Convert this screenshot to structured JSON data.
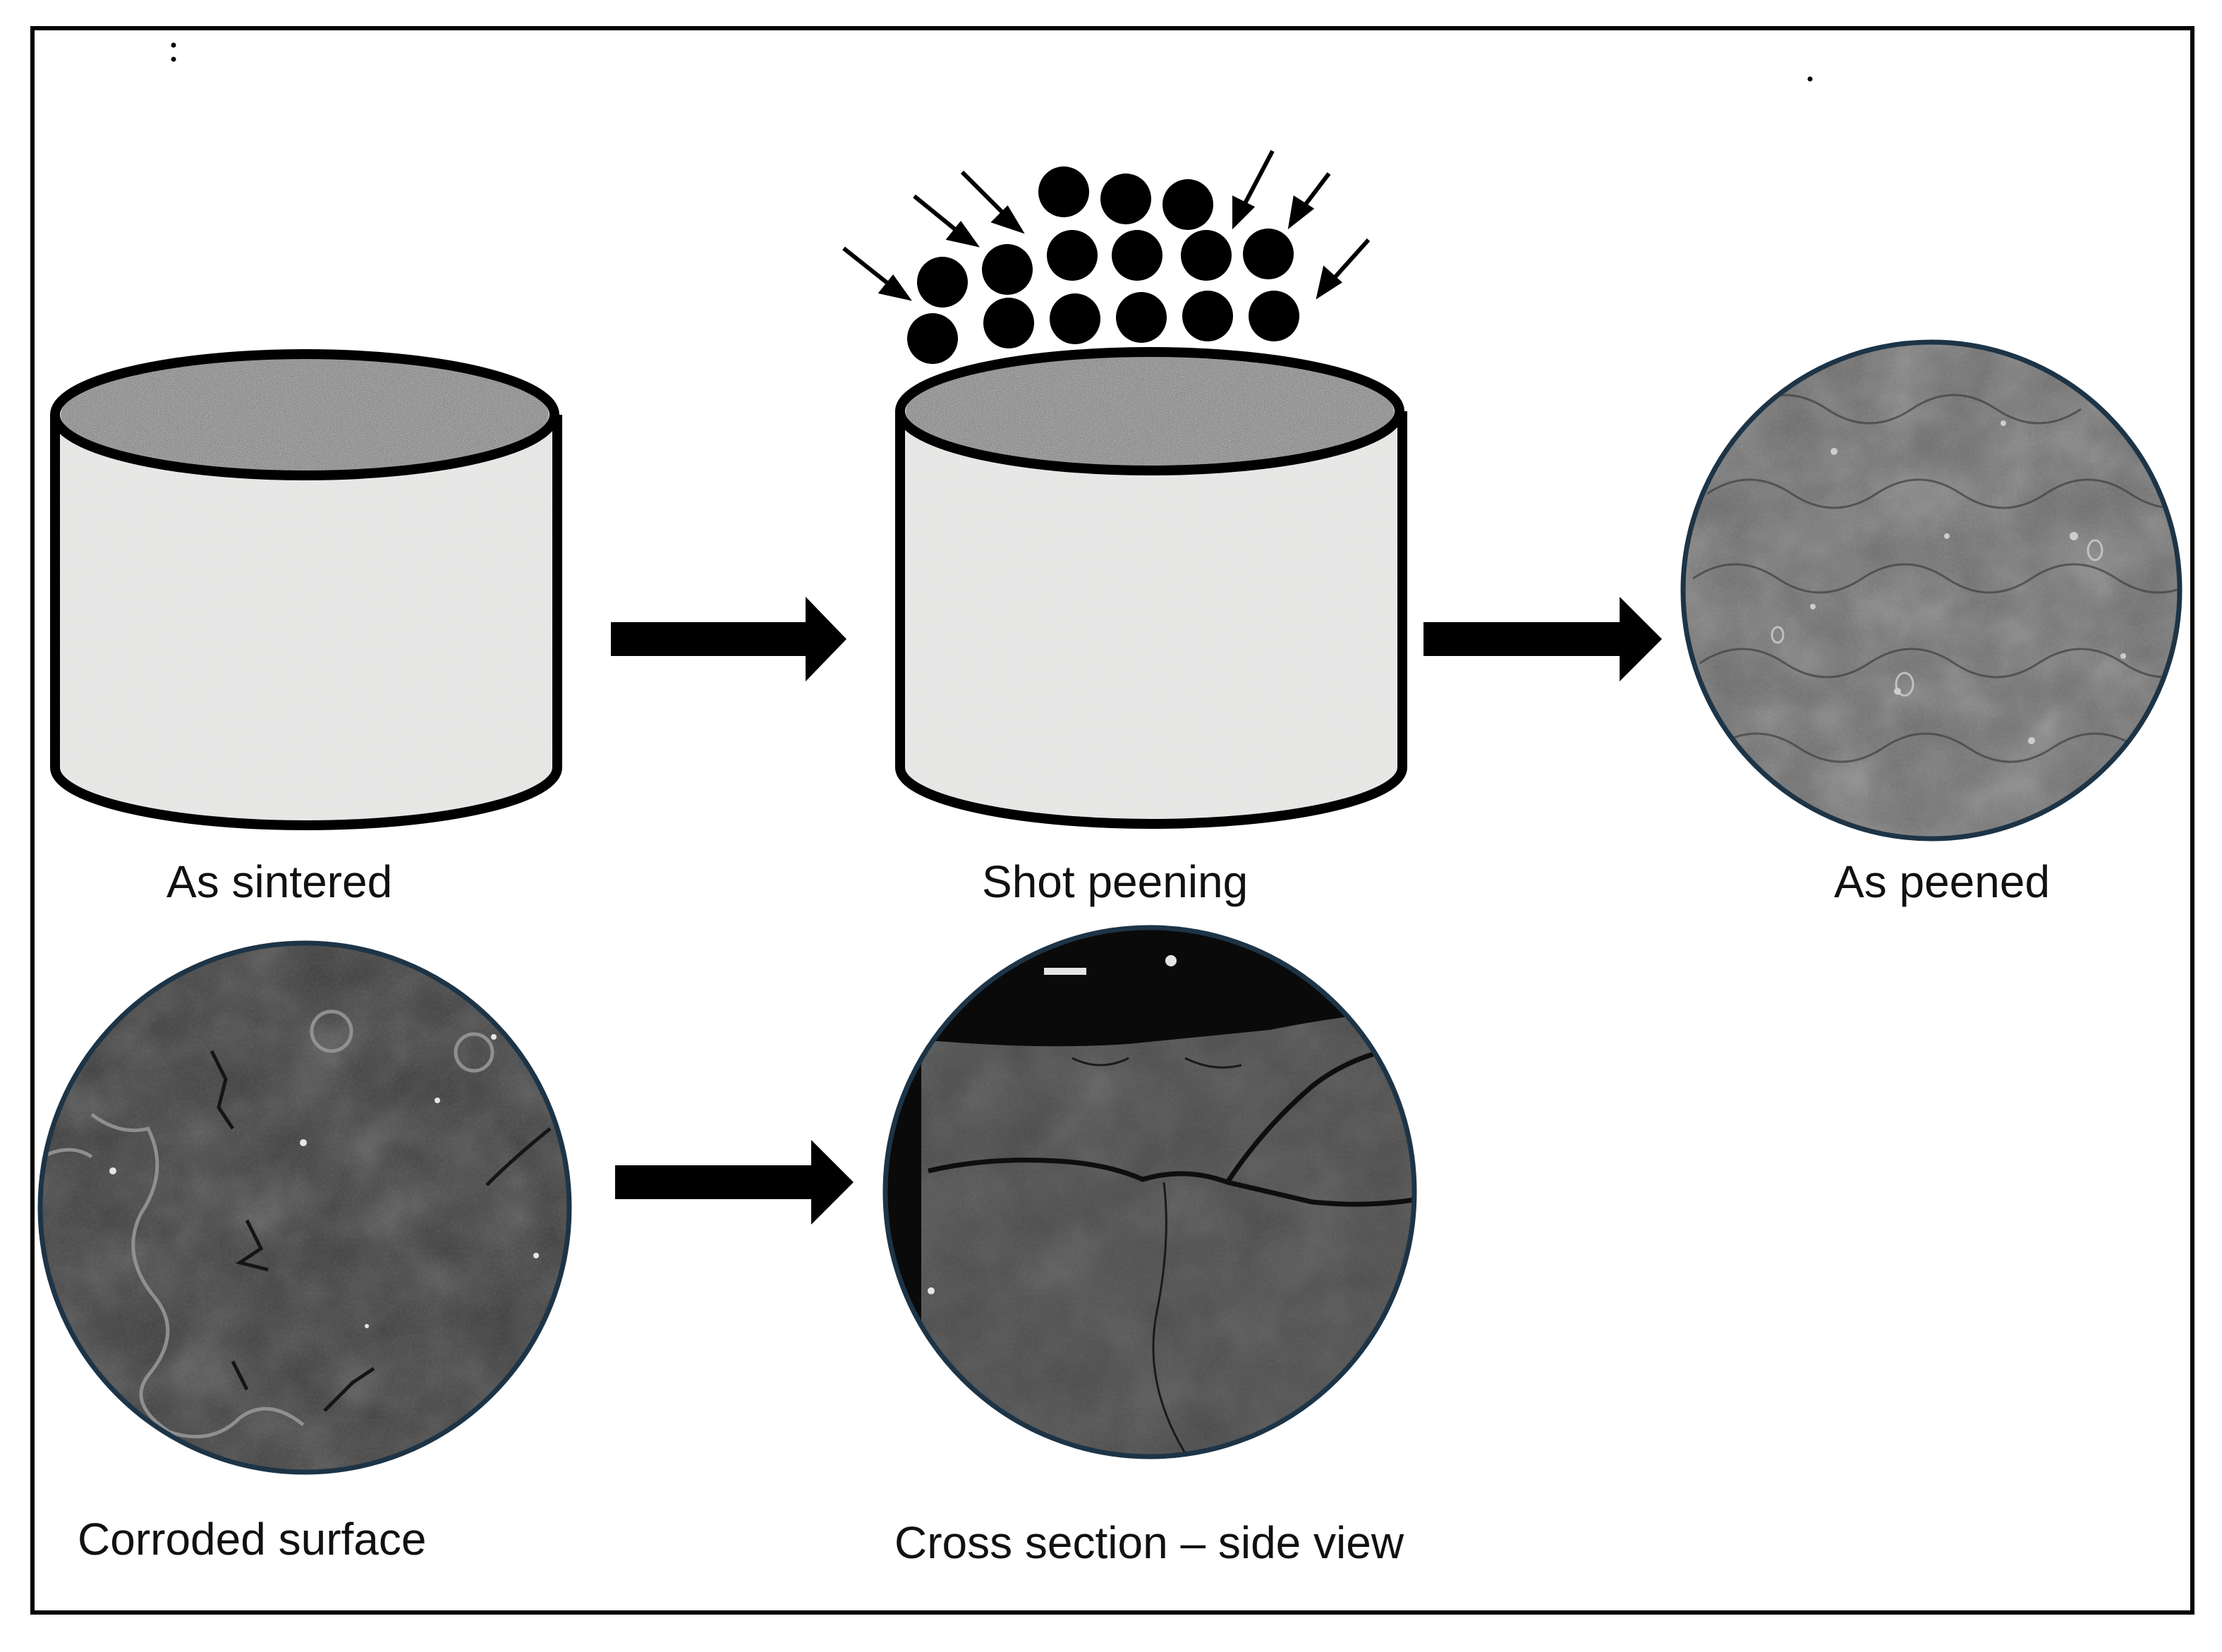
{
  "figure": {
    "steps": [
      {
        "id": "as_sintered",
        "label": "As sintered"
      },
      {
        "id": "shot_peening",
        "label": "Shot peening"
      },
      {
        "id": "as_peened",
        "label": "As peened"
      },
      {
        "id": "corroded_surface",
        "label": "Corroded surface"
      },
      {
        "id": "cross_section",
        "label": "Cross section – side view"
      }
    ],
    "colors": {
      "frame": "#000000",
      "cylinder_outline": "#000000",
      "cylinder_body": "#e6e6e4",
      "cylinder_top": "#8a8a8a",
      "shot": "#000000",
      "arrow": "#000000",
      "micrograph_border": "#1d3447",
      "sem_peened": "#6f6f6f",
      "sem_corroded": "#3e3e3e",
      "sem_cross": "#494949"
    },
    "icons": [
      "process-arrow-icon",
      "shot-impact-arrow-icon"
    ]
  }
}
